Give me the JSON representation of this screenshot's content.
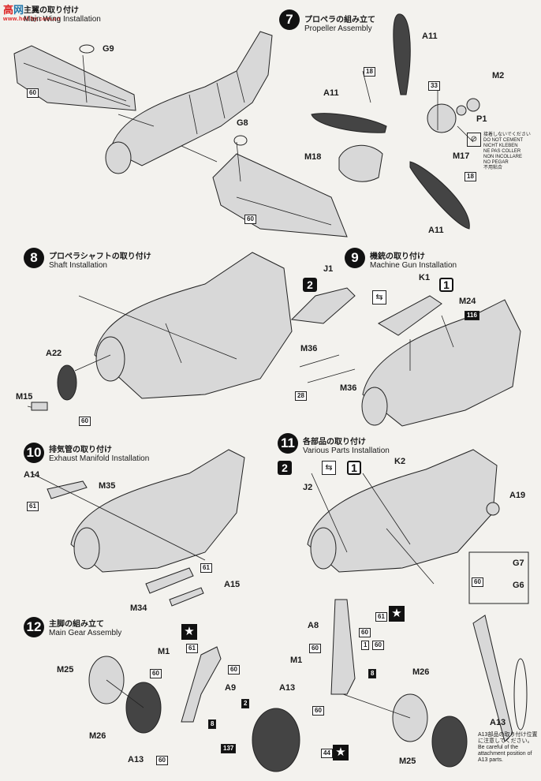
{
  "watermark": {
    "part1": "高",
    "part2": "网",
    "sub": "www.hobby.com.cn"
  },
  "steps": [
    {
      "num": "",
      "jp": "主翼の取り付け",
      "en": "Main Wing Installation"
    },
    {
      "num": "7",
      "jp": "プロペラの組み立て",
      "en": "Propeller Assembly"
    },
    {
      "num": "8",
      "jp": "プロペラシャフトの取り付け",
      "en": "Shaft Installation"
    },
    {
      "num": "9",
      "jp": "機銃の取り付け",
      "en": "Machine Gun Installation"
    },
    {
      "num": "10",
      "jp": "排気管の取り付け",
      "en": "Exhaust Manifold Installation"
    },
    {
      "num": "11",
      "jp": "各部品の取り付け",
      "en": "Various Parts Installation"
    },
    {
      "num": "12",
      "jp": "主脚の組み立て",
      "en": "Main Gear Assembly"
    }
  ],
  "parts": {
    "g9": "G9",
    "g8": "G8",
    "a11a": "A11",
    "a11b": "A11",
    "a11c": "A11",
    "m2": "M2",
    "p1": "P1",
    "m18": "M18",
    "m17": "M17",
    "a22": "A22",
    "m15": "M15",
    "j1": "J1",
    "k1": "K1",
    "m24": "M24",
    "m36a": "M36",
    "m36b": "M36",
    "a14": "A14",
    "m35": "M35",
    "a15": "A15",
    "m34": "M34",
    "j2": "J2",
    "k2": "K2",
    "a19": "A19",
    "g7": "G7",
    "g6": "G6",
    "m1a": "M1",
    "a9": "A9",
    "m25a": "M25",
    "m26a": "M26",
    "a13a": "A13",
    "a8": "A8",
    "m1b": "M1",
    "a13b": "A13",
    "m26b": "M26",
    "m25b": "M25",
    "a13c": "A13"
  },
  "badges": {
    "b60a": "60",
    "b60b": "60",
    "b18a": "18",
    "b18b": "18",
    "b33": "33",
    "b60c": "60",
    "b116": "116",
    "b28": "28",
    "b61a": "61",
    "b61b": "61",
    "b60d": "60",
    "b61c": "61",
    "b60e": "60",
    "b60f": "60",
    "b8a": "8",
    "b60g": "60",
    "b2": "2",
    "b137": "137",
    "b44": "44",
    "b61d": "61",
    "b60h": "60",
    "b60i": "60",
    "b8b": "8",
    "b60j": "60",
    "b1": "1",
    "b60k": "60"
  },
  "options": {
    "o2a": "2",
    "o1a": "1",
    "o2b": "2",
    "o1b": "1"
  },
  "warning": {
    "jp": "接着しないでください",
    "l1": "DO NOT CEMENT",
    "l2": "NICHT KLEBEN",
    "l3": "NE PAS COLLER",
    "l4": "NON INCOLLARE",
    "l5": "NO PEGAR",
    "jp2": "不用粘合"
  },
  "caption": {
    "jp1": "A13部品の取り付け位置",
    "jp2": "に注意してください。",
    "l1": "Be careful of the",
    "l2": "attachment position of",
    "l3": "A13 parts."
  },
  "star": "★"
}
